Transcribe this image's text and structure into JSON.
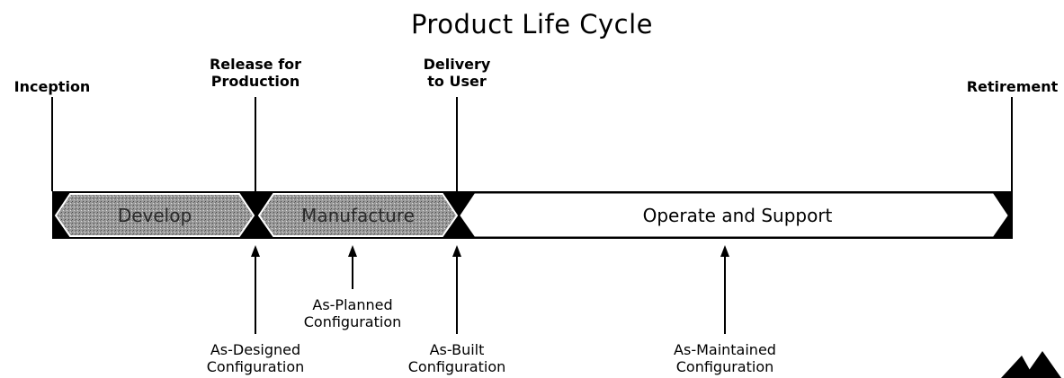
{
  "title": "Product Life Cycle",
  "milestones": {
    "inception": "Inception",
    "release": "Release for\nProduction",
    "delivery": "Delivery\nto User",
    "retirement": "Retirement"
  },
  "phases": {
    "develop": "Develop",
    "manufacture": "Manufacture",
    "operate": "Operate and Support"
  },
  "configurations": {
    "as_designed": "As-Designed\nConfiguration",
    "as_planned": "As-Planned\nConfiguration",
    "as_built": "As-Built\nConfiguration",
    "as_maintained": "As-Maintained\nConfiguration"
  },
  "colors": {
    "bar": "#000000",
    "phase_fill_dark": "#8a8a8a",
    "phase_fill_light": "#ffffff",
    "text": "#000000"
  },
  "icons": {
    "logo": "double-peak-logo-icon"
  }
}
